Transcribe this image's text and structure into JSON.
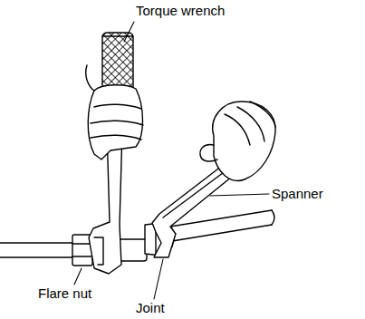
{
  "diagram": {
    "labels": [
      "Torque wrench",
      "Spanner",
      "Flare nut",
      "Joint"
    ]
  }
}
